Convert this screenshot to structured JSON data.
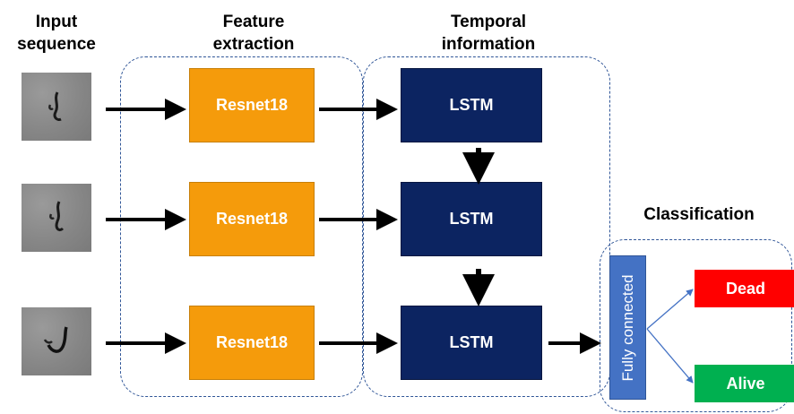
{
  "headers": {
    "input": "Input\nsequence",
    "feature": "Feature\nextraction",
    "temporal": "Temporal\ninformation",
    "classification": "Classification"
  },
  "rows": [
    {
      "resnet_label": "Resnet18",
      "lstm_label": "LSTM"
    },
    {
      "resnet_label": "Resnet18",
      "lstm_label": "LSTM"
    },
    {
      "resnet_label": "Resnet18",
      "lstm_label": "LSTM"
    }
  ],
  "fully_connected_label": "Fully connected",
  "outputs": {
    "dead": {
      "label": "Dead",
      "color": "#ff0000"
    },
    "alive": {
      "label": "Alive",
      "color": "#00b050"
    }
  },
  "colors": {
    "resnet": "#f59b0b",
    "lstm": "#0c2461",
    "fully_connected": "#4472c4",
    "dashed_border": "#2f5597"
  }
}
